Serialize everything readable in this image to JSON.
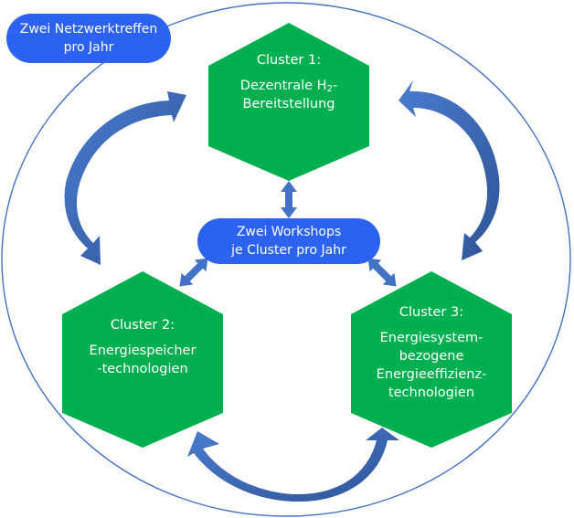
{
  "colors": {
    "cluster_fill": "#00b050",
    "pill_fill": "#2b63f0",
    "arrow_fill": "#4472c4",
    "arrow_dark": "#2f5597",
    "outline": "#4472c4",
    "text": "#ffffff"
  },
  "network_meeting": {
    "line1": "Zwei Netzwerktreffen",
    "line2": "pro Jahr"
  },
  "workshops": {
    "line1": "Zwei Workshops",
    "line2": "je Cluster pro Jahr"
  },
  "clusters": [
    {
      "title": "Cluster 1:",
      "lines": [
        "Dezentrale H",
        "2",
        "-",
        "Bereitstellung"
      ]
    },
    {
      "title": "Cluster 2:",
      "lines": [
        "Energiespeicher",
        "-technologien"
      ]
    },
    {
      "title": "Cluster 3:",
      "lines": [
        "Energiesystem-",
        "bezogene",
        "Energieeffizienz-",
        "technologien"
      ]
    }
  ]
}
